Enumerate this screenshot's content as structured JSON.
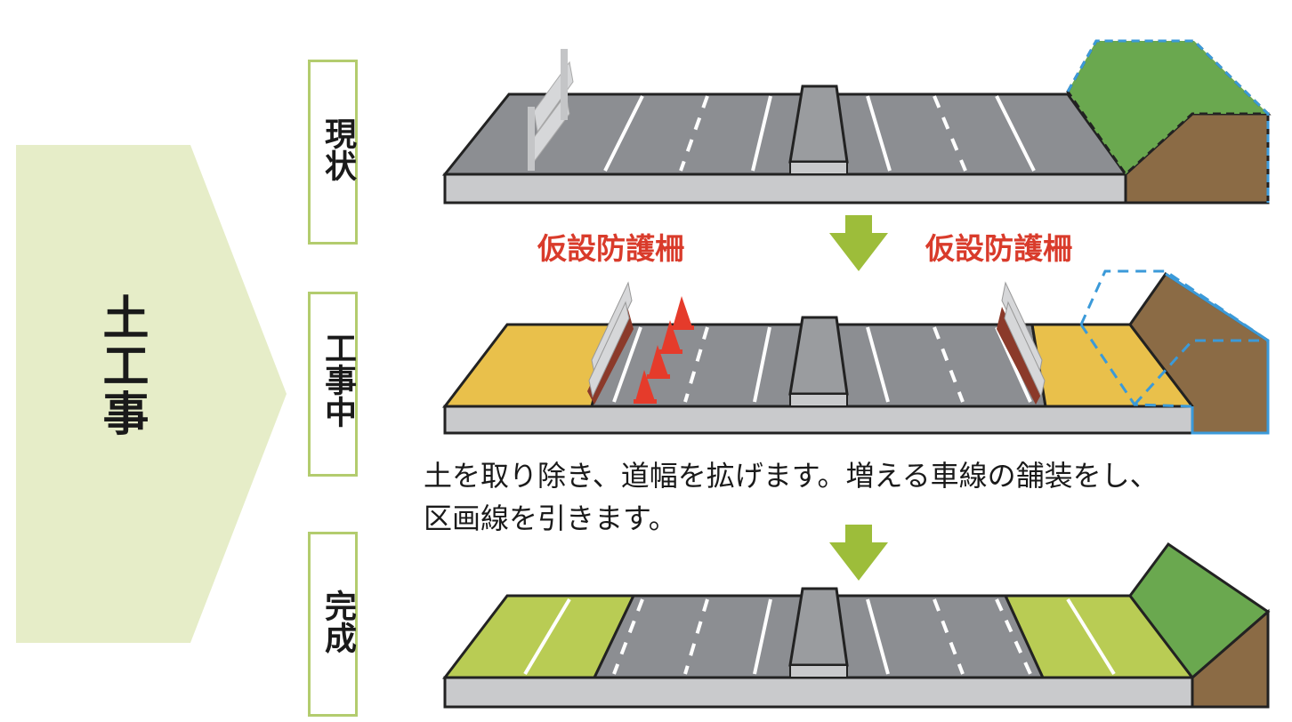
{
  "phase_title": "土工事",
  "stages": [
    {
      "label": "現状"
    },
    {
      "label": "工事中"
    },
    {
      "label": "完成"
    }
  ],
  "annotations": {
    "left_barrier": "仮設防護柵",
    "right_barrier": "仮設防護柵"
  },
  "description": {
    "line1": "土を取り除き、道幅を拡げます。増える車線の舗装をし、",
    "line2": "区画線を引きます。"
  },
  "colors": {
    "banner": "#e6edc8",
    "stage_border": "#b3cc6e",
    "arrow": "#9dbd3a",
    "asphalt": "#8c8e92",
    "curb": "#c9cacc",
    "grass": "#6aa84f",
    "soil": "#8b6b45",
    "excavated": "#e9c04b",
    "new_shoulder": "#b9cc54",
    "dashed_outline": "#3b9ad9",
    "annotation_text": "#d93b2b"
  }
}
